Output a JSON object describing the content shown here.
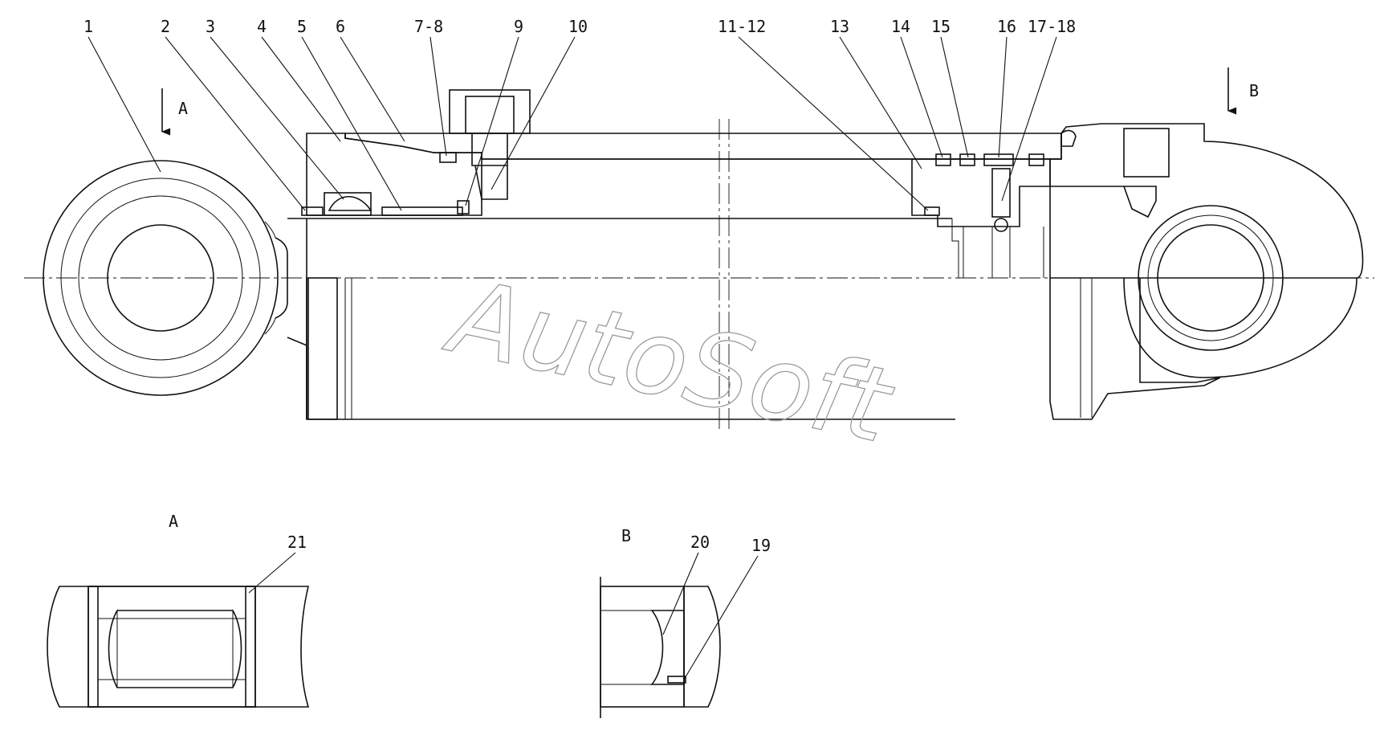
{
  "callouts": [
    "1",
    "2",
    "3",
    "4",
    "5",
    "6",
    "7-8",
    "9",
    "10",
    "11-12",
    "13",
    "14",
    "15",
    "16",
    "17-18",
    "19",
    "20",
    "21"
  ],
  "view_labels": {
    "a": "A",
    "b": "B"
  },
  "detail_titles": {
    "a": "A",
    "b": "B"
  },
  "watermark": "AutoSoft"
}
